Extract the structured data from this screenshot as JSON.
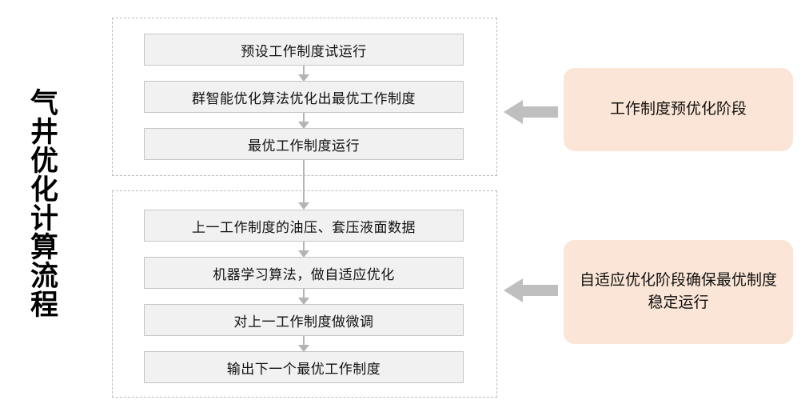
{
  "title": {
    "text": "气井优化计算流程"
  },
  "colors": {
    "step_fill": "#f1f1f1",
    "step_border": "#c5c5c5",
    "group_border": "#bcbcbc",
    "callout_fill": "#fbe5d6",
    "connector": "#b4b4b4",
    "block_arrow": "#bfbfbf",
    "text": "#111111",
    "background": "#ffffff"
  },
  "groups": [
    {
      "id": "group-1",
      "steps": [
        {
          "label": "预设工作制度试运行"
        },
        {
          "label": "群智能优化算法优化出最优工作制度"
        },
        {
          "label": "最优工作制度运行"
        }
      ]
    },
    {
      "id": "group-2",
      "steps": [
        {
          "label": "上一工作制度的油压、套压液面数据"
        },
        {
          "label": "机器学习算法，做自适应优化"
        },
        {
          "label": "对上一工作制度做微调"
        },
        {
          "label": "输出下一个最优工作制度"
        }
      ]
    }
  ],
  "callouts": [
    {
      "id": "callout-1",
      "label": "工作制度预优化阶段",
      "arrow_icon": "left-block-arrow-icon"
    },
    {
      "id": "callout-2",
      "label": "自适应优化阶段确保最优制度稳定运行",
      "arrow_icon": "left-block-arrow-icon"
    }
  ]
}
